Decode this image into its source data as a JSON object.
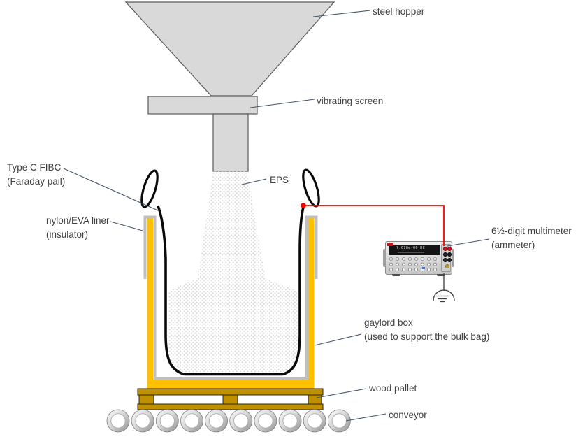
{
  "labels": {
    "steel_hopper": "steel hopper",
    "vibrating_screen": "vibrating screen",
    "fibc": {
      "line1": "Type C FIBC",
      "line2": "(Faraday pail)"
    },
    "liner": {
      "line1": "nylon/EVA liner",
      "line2": "(insulator)"
    },
    "eps": "EPS",
    "multimeter": {
      "line1": "6½-digit multimeter",
      "line2": "(ammeter)"
    },
    "gaylord": {
      "line1": "gaylord box",
      "line2": "(used to support the bulk bag)"
    },
    "wood_pallet": "wood pallet",
    "conveyor": "conveyor"
  },
  "multimeter": {
    "display_line1": "7.678e-06 DC"
  },
  "conveyor": {
    "roller_count": 10
  },
  "colors": {
    "leader_line": "#44546A",
    "box_yellow": "#FFC000",
    "pallet_gold": "#BF9000",
    "liner_gray": "#BFBFBF",
    "steel_gray": "#D9D9D9",
    "wire_red": "#FF0000",
    "bag_black": "#0A0A0A"
  }
}
